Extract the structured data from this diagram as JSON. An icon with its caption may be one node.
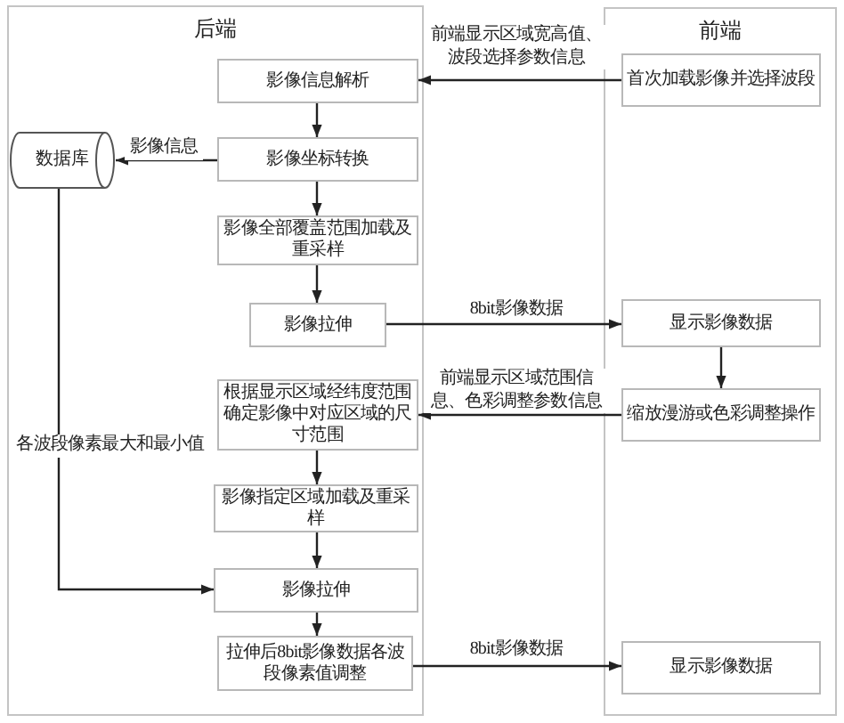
{
  "diagram": {
    "nodes": [
      {
        "text": [
          "后端"
        ]
      },
      {
        "text": [
          "前端"
        ]
      },
      {
        "text": [
          "影像信息解析"
        ],
        "in": 0
      },
      {
        "text": [
          "影像坐标转换"
        ],
        "in": 0
      },
      {
        "text": [
          "影像全部覆盖范围加载及重采样"
        ],
        "in": 0
      },
      {
        "text": [
          "影像拉伸"
        ],
        "in": 0
      },
      {
        "text": [
          "根据显示区域经纬度范围确定影像中对应区域的尺寸范围"
        ],
        "in": 0
      },
      {
        "text": [
          "影像指定区域加载及重采样"
        ],
        "in": 0
      },
      {
        "text": [
          "影像拉伸"
        ],
        "in": 0
      },
      {
        "text": [
          "拉伸后8bit影像数据各波段像素值调整"
        ],
        "in": 0
      },
      {
        "text": [
          "数据库"
        ],
        "in": 0
      },
      {
        "text": [
          "首次加载影像并选择波段"
        ],
        "in": 1
      },
      {
        "text": [
          "显示影像数据"
        ],
        "in": 1
      },
      {
        "text": [
          "缩放漫游或色彩调整操作"
        ],
        "in": 1
      },
      {
        "text": [
          "显示影像数据"
        ],
        "in": 1
      }
    ],
    "edges": [
      {
        "from": 11,
        "to": 2,
        "arrow": "to",
        "label": "前端显示区域宽高值、波段选择参数信息"
      },
      {
        "from": 2,
        "to": 3,
        "arrow": "to"
      },
      {
        "from": 3,
        "to": 10,
        "arrow": "to",
        "label": "影像信息"
      },
      {
        "from": 3,
        "to": 4,
        "arrow": "to"
      },
      {
        "from": 4,
        "to": 5,
        "arrow": "to"
      },
      {
        "from": 5,
        "to": 12,
        "arrow": "to",
        "label": "8bit影像数据"
      },
      {
        "from": 12,
        "to": 13,
        "arrow": "to"
      },
      {
        "from": 13,
        "to": 6,
        "arrow": "to",
        "label": "前端显示区域范围信息、色彩调整参数信息"
      },
      {
        "from": 6,
        "to": 7,
        "arrow": "to"
      },
      {
        "from": 7,
        "to": 8,
        "arrow": "to"
      },
      {
        "from": 10,
        "to": 8,
        "arrow": "to",
        "label": "各波段像素最大和最小值"
      },
      {
        "from": 8,
        "to": 9,
        "arrow": "to"
      },
      {
        "from": 9,
        "to": 14,
        "arrow": "to",
        "label": "8bit影像数据"
      }
    ]
  }
}
